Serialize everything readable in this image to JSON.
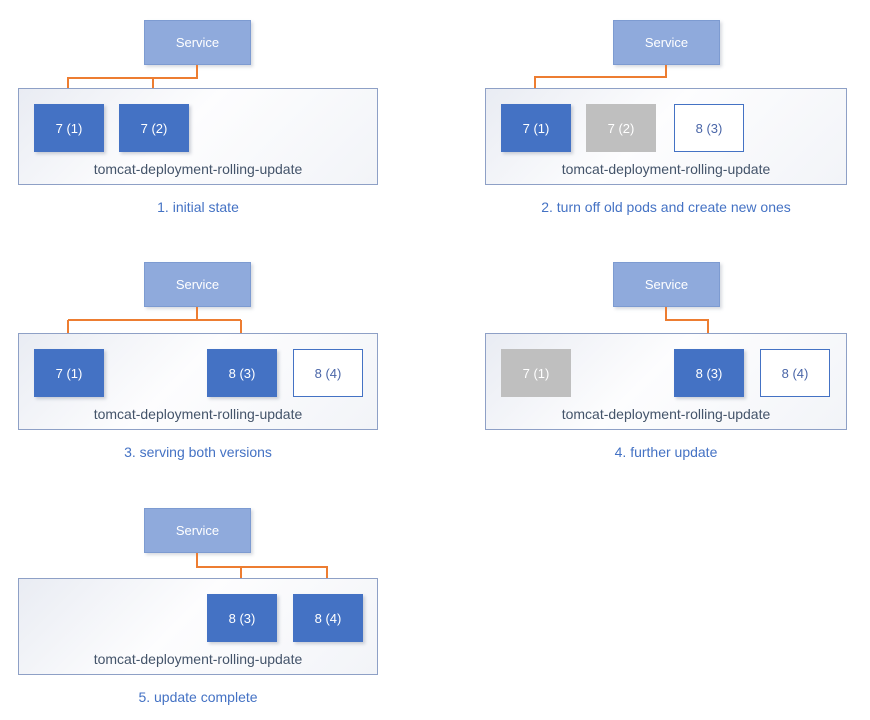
{
  "colors": {
    "service_fill": "#8faadc",
    "service_border": "#7d9bd1",
    "pod_active": "#4472c4",
    "pod_stopped": "#bfbfbf",
    "pod_new_border": "#4472c4",
    "pod_new_text": "#4a66a8",
    "arrow": "#ed7d31",
    "deployment_border": "#8ea0c6",
    "deployment_label_color": "#44546a",
    "caption_color": "#4472c4"
  },
  "panels": [
    {
      "service_label": "Service",
      "deployment_label": "tomcat-deployment-rolling-update",
      "caption": "1. initial state",
      "pods": [
        {
          "label": "7 (1)",
          "state": "active"
        },
        {
          "label": "7 (2)",
          "state": "active"
        }
      ]
    },
    {
      "service_label": "Service",
      "deployment_label": "tomcat-deployment-rolling-update",
      "caption": "2. turn off old pods and create new ones",
      "pods": [
        {
          "label": "7 (1)",
          "state": "active"
        },
        {
          "label": "7 (2)",
          "state": "stopped"
        },
        {
          "label": "8 (3)",
          "state": "new"
        }
      ]
    },
    {
      "service_label": "Service",
      "deployment_label": "tomcat-deployment-rolling-update",
      "caption": "3. serving both versions",
      "pods": [
        {
          "label": "7 (1)",
          "state": "active"
        },
        {
          "label": "8 (3)",
          "state": "active"
        },
        {
          "label": "8 (4)",
          "state": "new"
        }
      ]
    },
    {
      "service_label": "Service",
      "deployment_label": "tomcat-deployment-rolling-update",
      "caption": "4. further update",
      "pods": [
        {
          "label": "7 (1)",
          "state": "stopped"
        },
        {
          "label": "8 (3)",
          "state": "active"
        },
        {
          "label": "8 (4)",
          "state": "new"
        }
      ]
    },
    {
      "service_label": "Service",
      "deployment_label": "tomcat-deployment-rolling-update",
      "caption": "5. update complete",
      "pods": [
        {
          "label": "8 (3)",
          "state": "active"
        },
        {
          "label": "8 (4)",
          "state": "active"
        }
      ]
    }
  ]
}
